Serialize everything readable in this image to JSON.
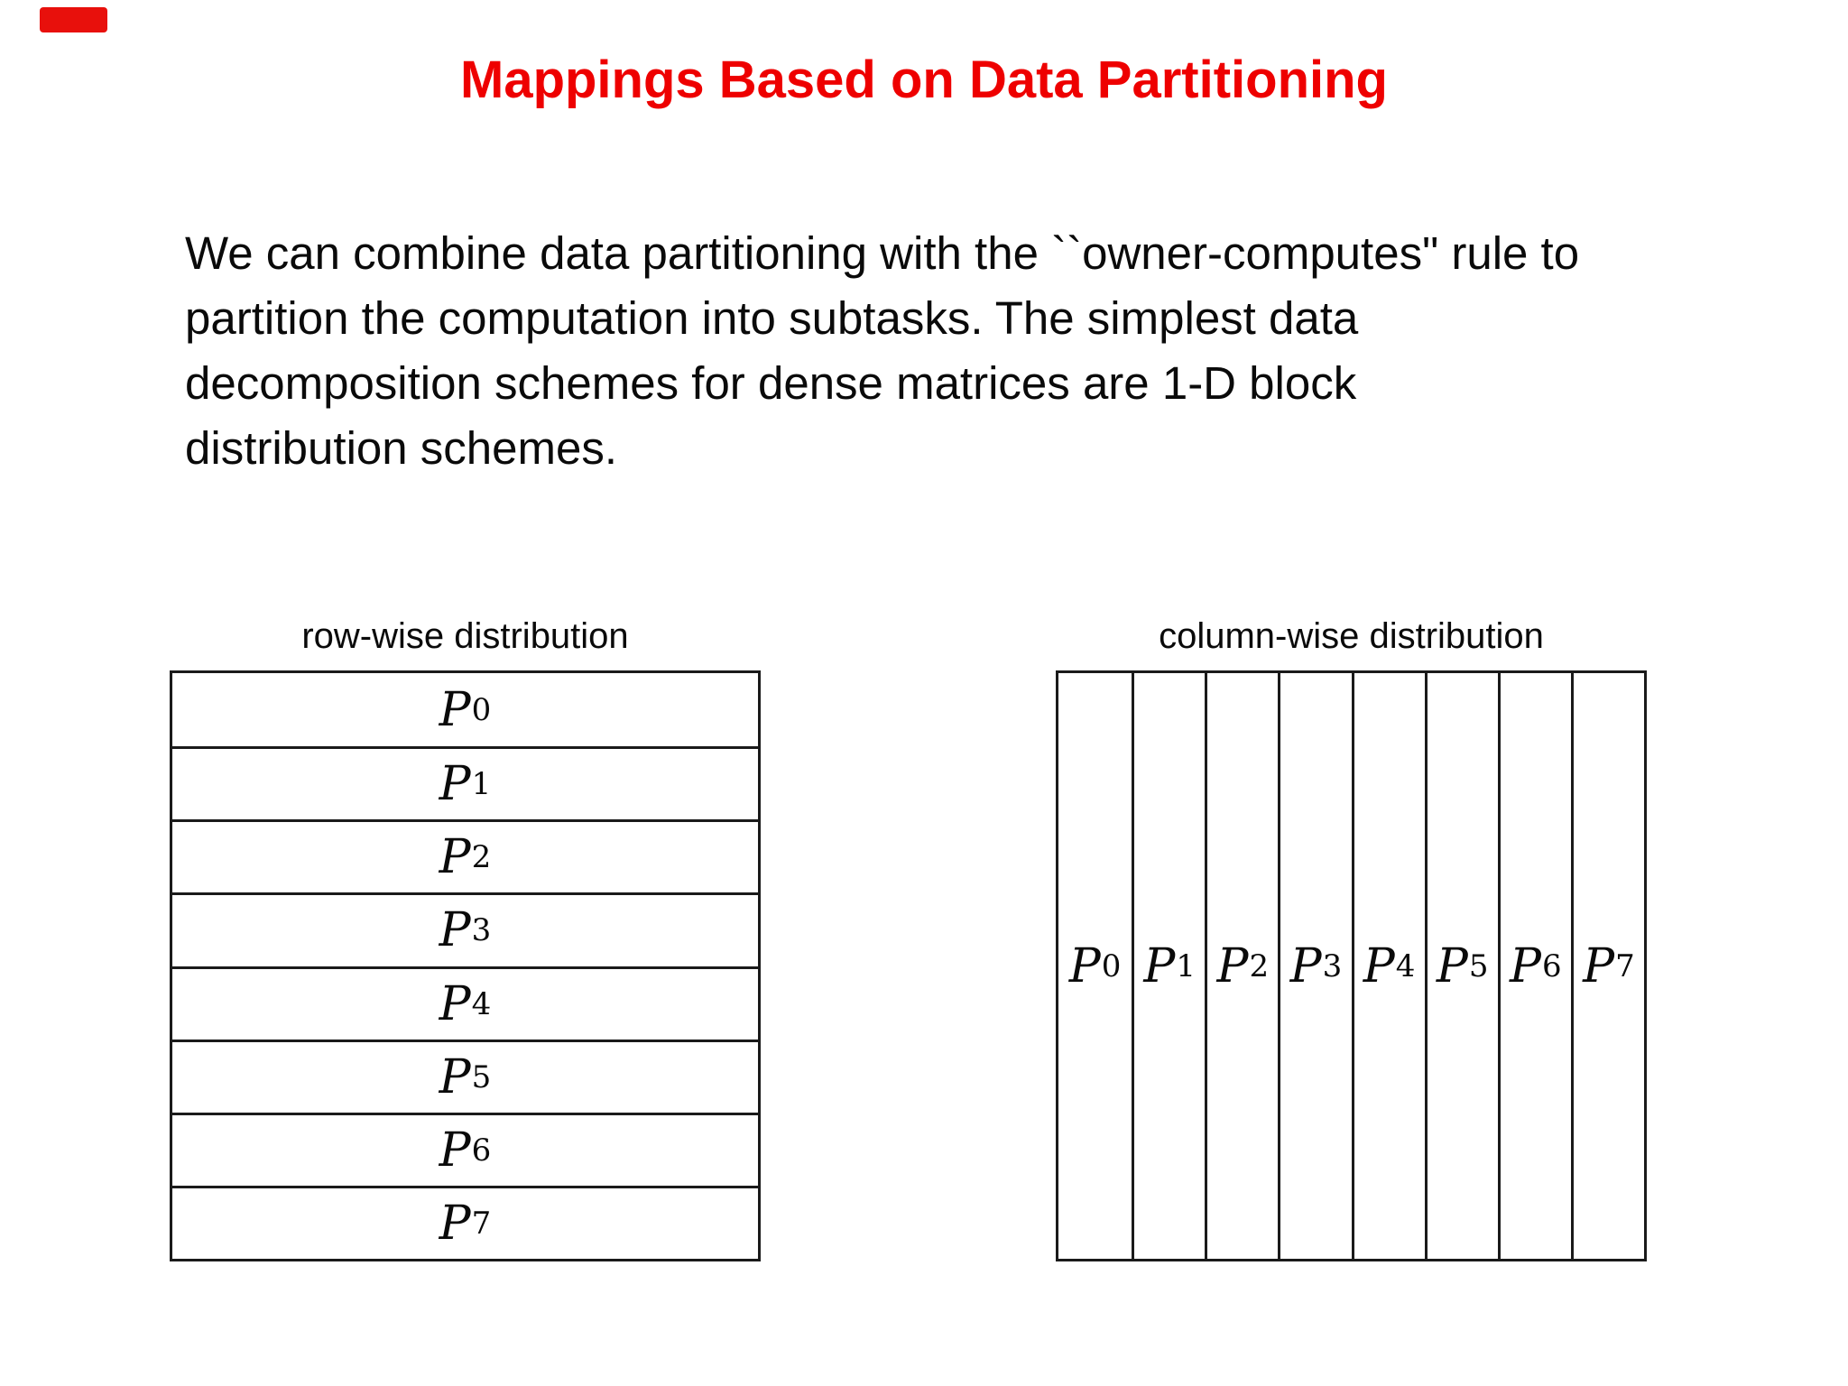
{
  "slide": {
    "title": "Mappings Based on Data Partitioning",
    "title_color": "#ee0000",
    "corner_mark_color": "#e8100c",
    "paragraph_lines": [
      "We can combine data partitioning with the ``owner-computes\" rule to",
      "partition the computation into subtasks. The simplest data",
      "decomposition schemes for dense matrices are 1-D block",
      "distribution schemes."
    ]
  },
  "diagrams": {
    "row_wise": {
      "label": "row-wise distribution",
      "orientation": "rows",
      "processor_symbol": "P",
      "processors": [
        "0",
        "1",
        "2",
        "3",
        "4",
        "5",
        "6",
        "7"
      ]
    },
    "column_wise": {
      "label": "column-wise distribution",
      "orientation": "columns",
      "processor_symbol": "P",
      "processors": [
        "0",
        "1",
        "2",
        "3",
        "4",
        "5",
        "6",
        "7"
      ]
    }
  }
}
